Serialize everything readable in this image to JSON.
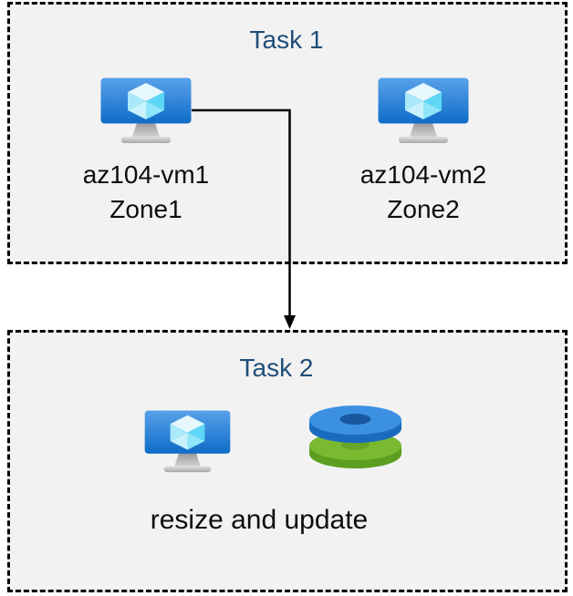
{
  "task1": {
    "title": "Task 1",
    "vm1": {
      "name": "az104-vm1",
      "zone": "Zone1"
    },
    "vm2": {
      "name": "az104-vm2",
      "zone": "Zone2"
    }
  },
  "task2": {
    "title": "Task 2",
    "caption": "resize and update"
  },
  "icons": {
    "vm": "virtual-machine-icon",
    "disks": "managed-disks-icon",
    "arrow": "arrow-connector"
  },
  "colors": {
    "title_text": "#1f4e79",
    "label_text": "#0d0d0d",
    "box_background": "#f2f2f2",
    "box_border": "#000000",
    "vm_screen_top": "#58a1e9",
    "vm_screen_bottom": "#0f6cc8",
    "cube_light": "#e6f7fe",
    "cube_cyan": "#5cd8f6",
    "disk_blue_top": "#3b90e2",
    "disk_blue_side": "#1a6bc0",
    "disk_blue_hole": "#17589e",
    "disk_green_top": "#79ba31",
    "disk_green_side": "#5c9e20",
    "disk_green_hole": "#68a528",
    "arrow": "#000000"
  }
}
